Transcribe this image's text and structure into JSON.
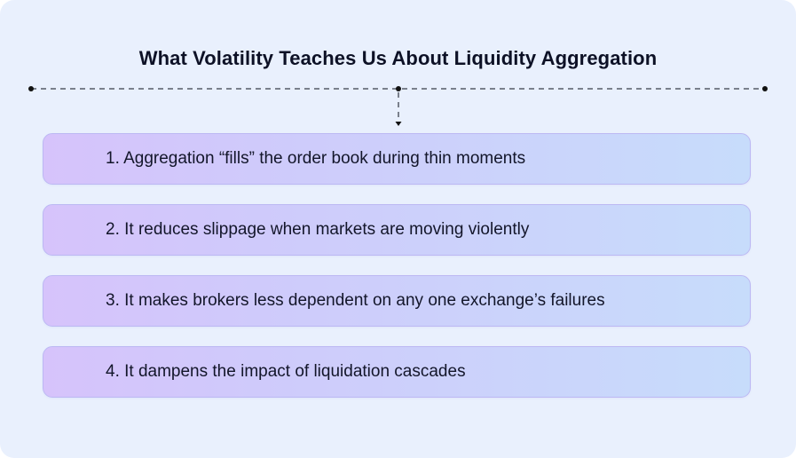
{
  "title": "What Volatility Teaches Us About Liquidity Aggregation",
  "items": [
    {
      "label": "1. Aggregation “fills” the order book during thin moments"
    },
    {
      "label": "2. It reduces slippage when markets are moving violently"
    },
    {
      "label": "3. It makes brokers less dependent on any one exchange’s failures"
    },
    {
      "label": "4. It dampens the impact of liquidation cascades"
    }
  ],
  "colors": {
    "background": "#e9f0fd",
    "title_text": "#0d1126",
    "item_text": "#13162a",
    "item_gradient_start": "#d6c3fb",
    "item_gradient_end": "#c7dcfb",
    "connector": "#555a66"
  }
}
